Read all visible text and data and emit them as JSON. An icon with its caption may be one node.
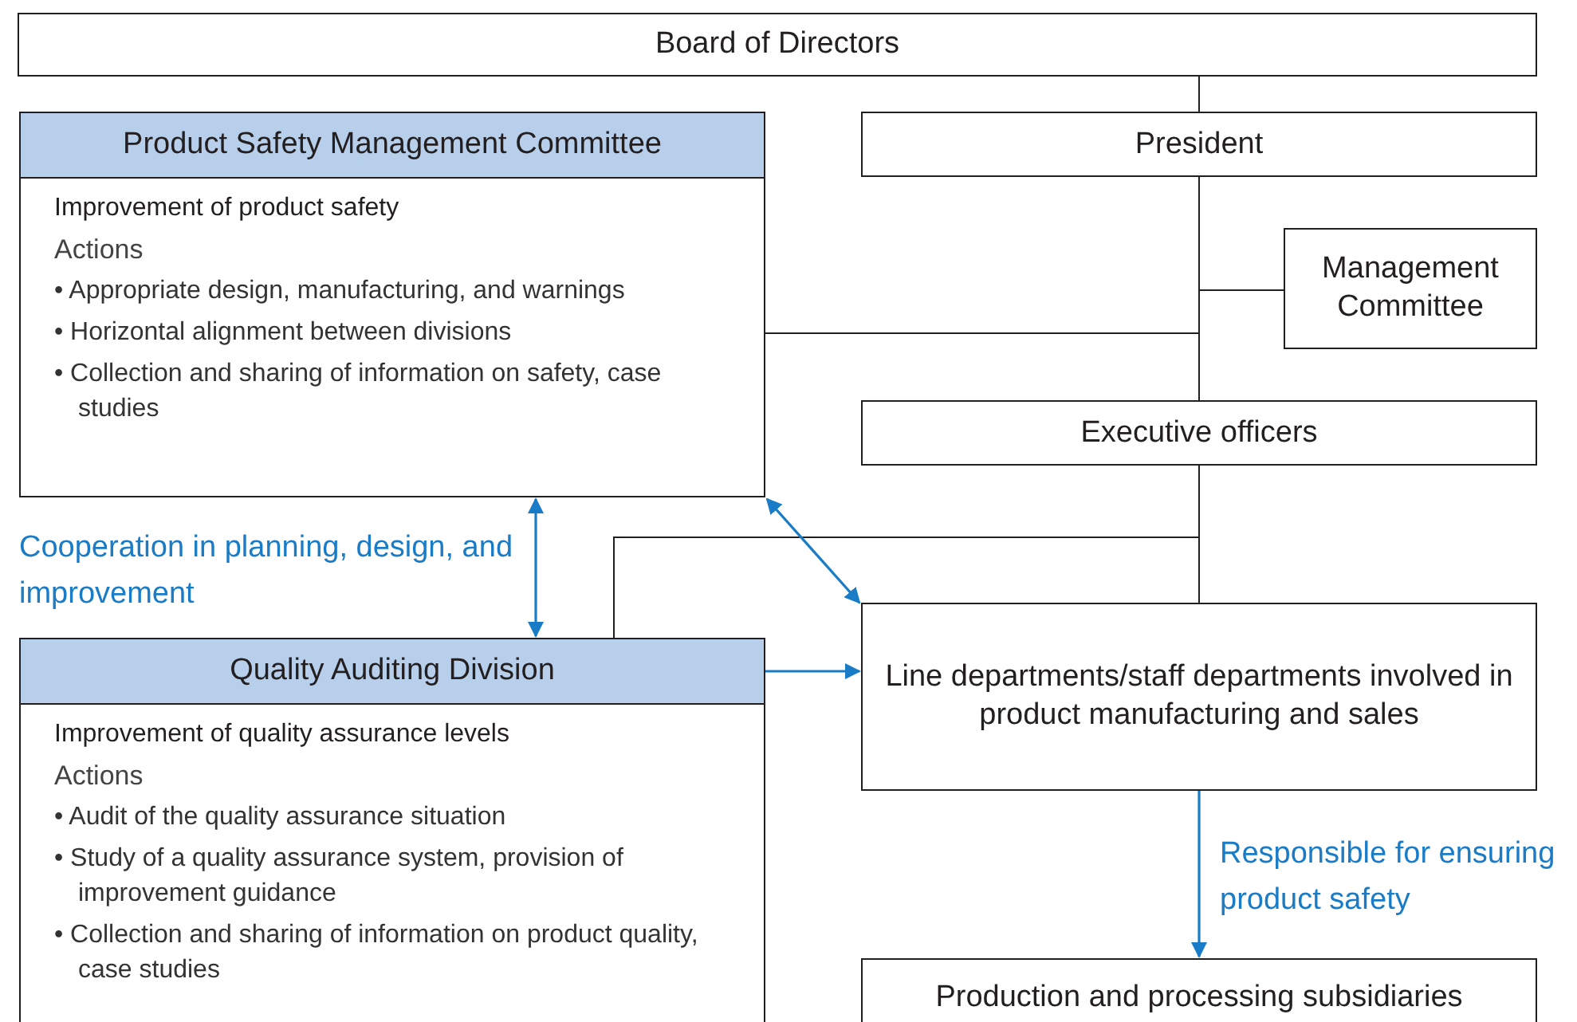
{
  "diagram": {
    "nodes": [
      {
        "text": [
          "Board of Directors"
        ]
      },
      {
        "text": [
          "Product Safety Management Committee",
          "Improvement of product safety",
          "Actions",
          "• Appropriate design, manufacturing, and warnings",
          "• Horizontal alignment between divisions",
          "• Collection and sharing of information on safety, case studies"
        ]
      },
      {
        "text": [
          "President"
        ]
      },
      {
        "text": [
          "Management Committee"
        ]
      },
      {
        "text": [
          "Executive officers"
        ]
      },
      {
        "text": [
          "Quality Auditing Division",
          "Improvement of quality assurance levels",
          "Actions",
          "• Audit of the quality assurance situation",
          "• Study of a quality assurance system, provision of improvement guidance",
          "• Collection and sharing of information on product quality, case studies"
        ]
      },
      {
        "text": [
          "Line departments/staff departments involved in product manufacturing and sales"
        ]
      },
      {
        "text": [
          "Production and processing subsidiaries"
        ]
      }
    ],
    "edges": [
      {
        "from": 0,
        "to": 2,
        "arrow": "none"
      },
      {
        "from": 2,
        "to": 4,
        "arrow": "none"
      },
      {
        "from": 2,
        "to": 3,
        "arrow": "none"
      },
      {
        "from": 1,
        "to": 2,
        "arrow": "none"
      },
      {
        "from": 4,
        "to": 6,
        "arrow": "none"
      },
      {
        "from": 5,
        "to": 4,
        "arrow": "none"
      },
      {
        "from": 1,
        "to": 5,
        "arrow": "both",
        "color": "#1a7cc6",
        "label": "Cooperation in planning, design, and improvement"
      },
      {
        "from": 1,
        "to": 6,
        "arrow": "both",
        "color": "#1a7cc6"
      },
      {
        "from": 5,
        "to": 6,
        "arrow": "to",
        "color": "#1a7cc6"
      },
      {
        "from": 6,
        "to": 7,
        "arrow": "to",
        "color": "#1a7cc6",
        "label": "Responsible for ensuring product safety"
      }
    ]
  }
}
